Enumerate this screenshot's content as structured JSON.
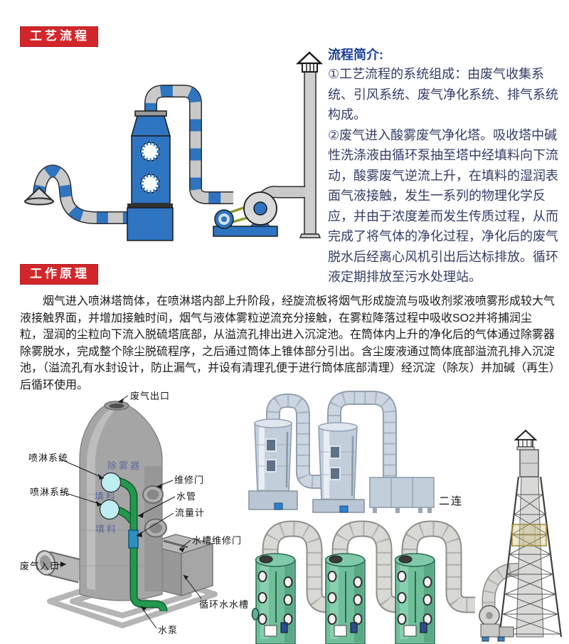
{
  "colors": {
    "badge_red": "#d3262a",
    "heading_blue": "#1c4097",
    "intro_text_navy": "#343c66",
    "body_text": "#1a1a1a",
    "tower_blue": "#2e74c0",
    "pipe_gray": "#c9c9c9",
    "belt_olive": "#8a9a2e",
    "green_pipe": "#22984e",
    "spray_cyan": "#bfeef2",
    "figure_label_blue": "#5a6aa0",
    "steel_metal": "#c6d0dc",
    "tower_green": "#6fbf9b",
    "duct_gray": "#d8d8d4"
  },
  "process_flow": {
    "badge": "工艺流程",
    "intro_title": "流程简介:",
    "intro_items": [
      "①工艺流程的系统组成：由废气收集系统、引风系统、废气净化系统、排气系统构成。",
      "②废气进入酸雾废气净化塔。吸收塔中碱性洗涤液由循环泵抽至塔中经填料向下流动，酸雾废气逆流上升，在填料的湿润表面气液接触，发生一系列的物理化学反应，并由于浓度差而发生传质过程，从而完成了将气体的净化过程，净化后的废气脱水后经离心风机引出后达标排放。循环液定期排放至污水处理站。"
    ]
  },
  "working_principle": {
    "badge": "工作原理",
    "paragraph": "烟气进入喷淋塔筒体，在喷淋塔内部上升阶段，经旋流板将烟气形成旋流与吸收剂浆液喷雾形成较大气液接触界面，并增加接触时间，烟气与液体雾粒逆流充分接触，在雾粒降落过程中吸收SO2并将捕润尘粒，湿润的尘粒向下流入脱硫塔底部，从溢流孔排出进入沉淀池。在筒体内上升的净化后的气体通过除雾器除雾脱水，完成整个除尘脱硫程序，之后通过筒体上锥体部分引出。含尘废液通过筒体底部溢流孔排入沉淀池，（溢流孔有水封设计，防止漏气，并设有清理孔便于进行筒体底部清理）经沉淀（除灰）并加碱（再生）后循环使用。"
  },
  "spray_tower_figure": {
    "labels": {
      "gas_outlet": "废气出口",
      "spray_system_upper": "喷淋系统",
      "demister": "除雾器",
      "access_door": "维修门",
      "spray_system_lower": "喷淋系统",
      "water_pipe": "水管",
      "packing_upper": "填料",
      "flow_meter": "流量计",
      "packing_lower": "填料",
      "tank_access_door": "水槽维修门",
      "gas_inlet": "废气入口",
      "circulating_tank": "循环水水槽",
      "water_pump": "水泵"
    }
  },
  "photos": {
    "duplex_caption": "二连"
  }
}
